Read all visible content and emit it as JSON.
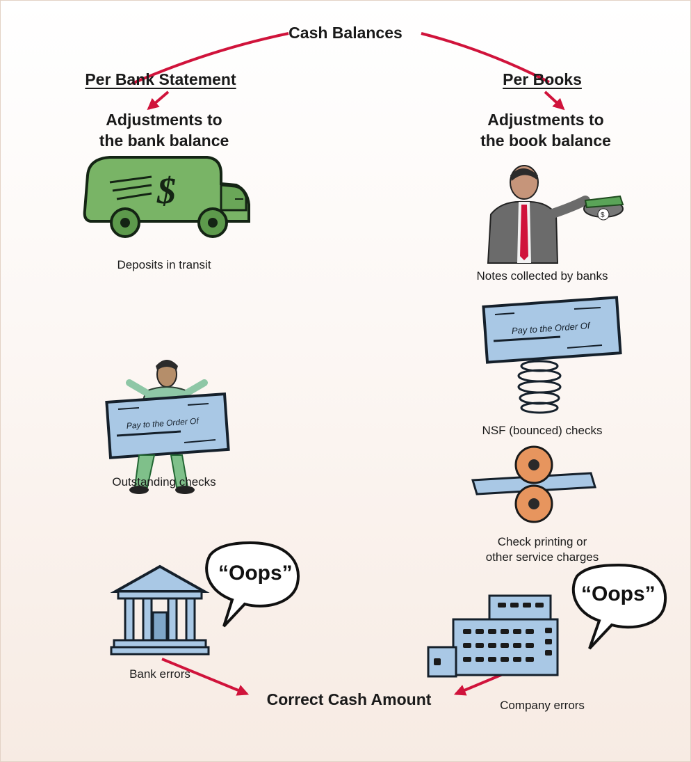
{
  "title": "Cash Balances",
  "left_column": {
    "subtitle": "Per Bank Statement",
    "heading_line1": "Adjustments to",
    "heading_line2": "the bank balance",
    "items": [
      {
        "caption": "Deposits in transit",
        "icon": "armored-truck-icon"
      },
      {
        "caption": "Outstanding checks",
        "icon": "person-holding-check-icon"
      },
      {
        "caption": "Bank errors",
        "icon": "bank-building-icon",
        "speech": "“Oops”"
      }
    ]
  },
  "right_column": {
    "subtitle": "Per Books",
    "heading_line1": "Adjustments to",
    "heading_line2": "the book balance",
    "items": [
      {
        "caption": "Notes collected by banks",
        "icon": "man-with-money-icon"
      },
      {
        "caption": "NSF (bounced) checks",
        "icon": "bouncing-check-icon"
      },
      {
        "caption_line1": "Check printing or",
        "caption_line2": "other service charges",
        "icon": "check-printing-rollers-icon"
      },
      {
        "caption": "Company errors",
        "icon": "office-building-icon",
        "speech": "“Oops”"
      }
    ]
  },
  "conclusion": "Correct Cash Amount",
  "colors": {
    "arrow": "#d0133b",
    "truck": "#79b466",
    "check": "#a9c8e5",
    "coin": "#e7955e",
    "background": "#f7ebe3"
  }
}
